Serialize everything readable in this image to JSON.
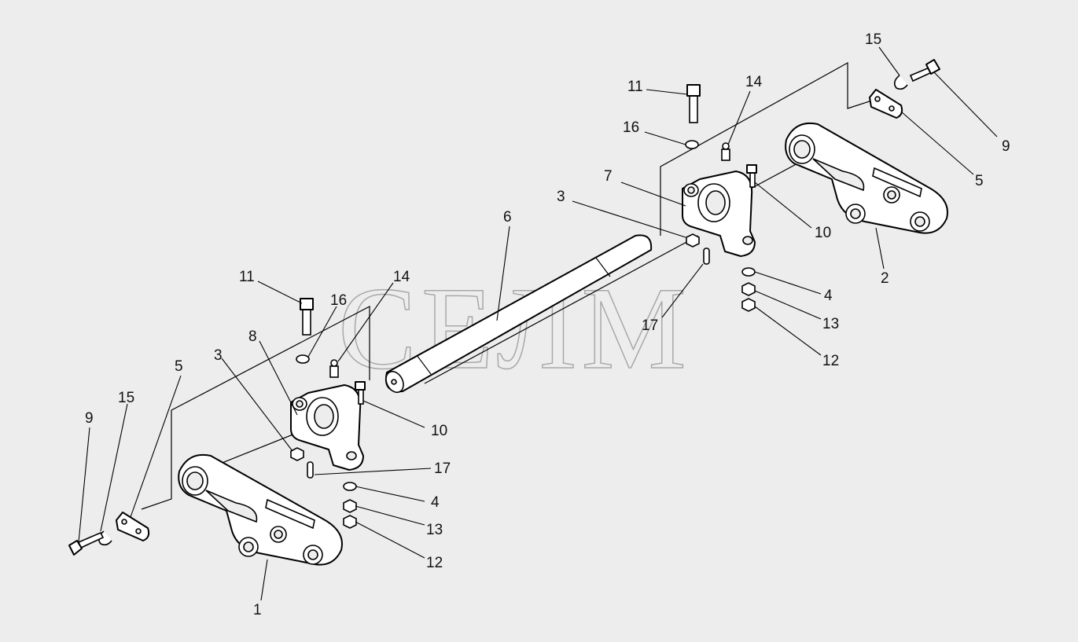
{
  "watermark": "СЕЛМ",
  "labels": {
    "l1": "1",
    "l2": "2",
    "l3a": "3",
    "l3b": "3",
    "l4a": "4",
    "l4b": "4",
    "l5a": "5",
    "l5b": "5",
    "l6": "6",
    "l7": "7",
    "l8": "8",
    "l9a": "9",
    "l9b": "9",
    "l10a": "10",
    "l10b": "10",
    "l11a": "11",
    "l11b": "11",
    "l12a": "12",
    "l12b": "12",
    "l13a": "13",
    "l13b": "13",
    "l14a": "14",
    "l14b": "14",
    "l15a": "15",
    "l15b": "15",
    "l16a": "16",
    "l16b": "16",
    "l17a": "17",
    "l17b": "17"
  }
}
